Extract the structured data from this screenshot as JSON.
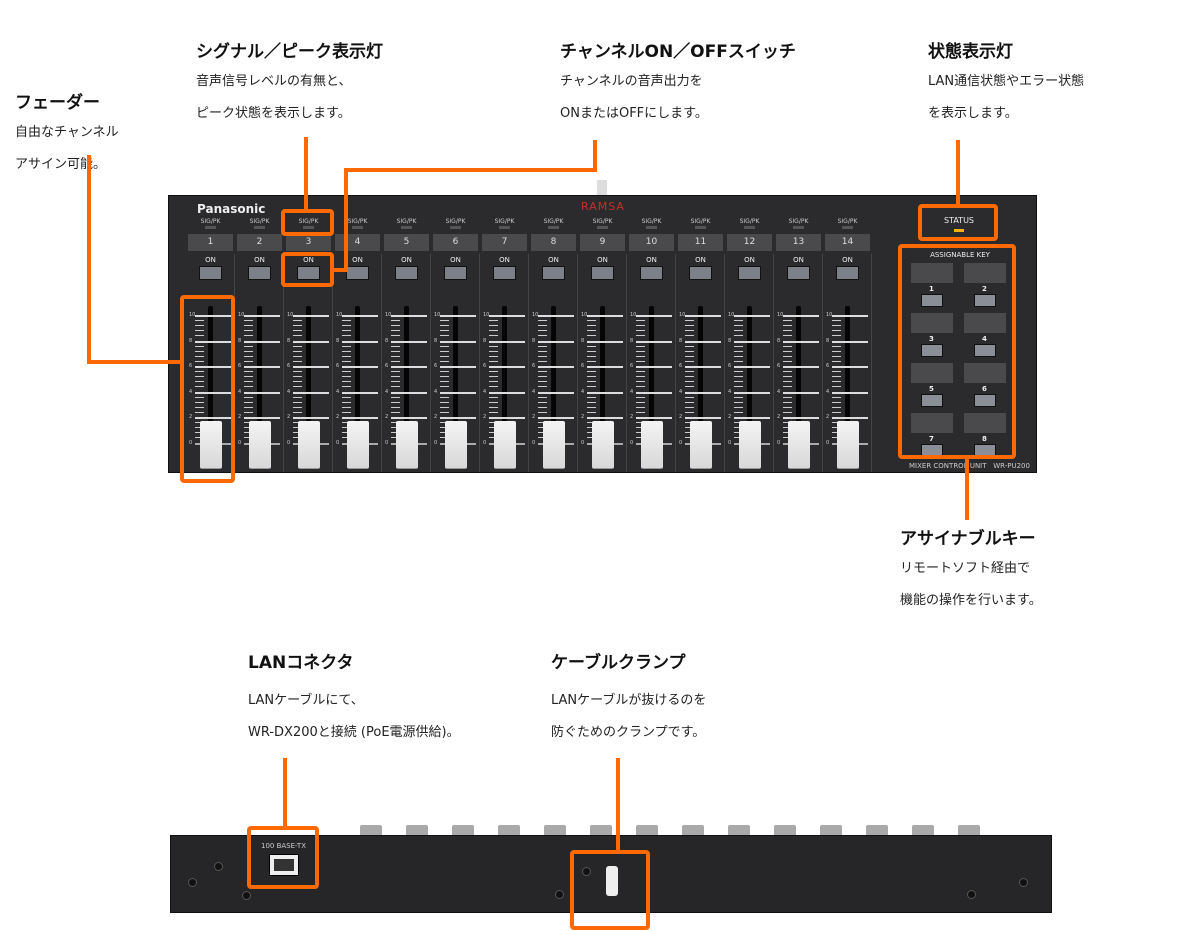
{
  "callouts": {
    "fader": {
      "title": "フェーダー",
      "lines": [
        "自由なチャンネル",
        "アサイン可能。"
      ]
    },
    "signal": {
      "title": "シグナル／ピーク表示灯",
      "lines": [
        "音声信号レベルの有無と、",
        "ピーク状態を表示します。"
      ]
    },
    "onoff": {
      "title": "チャンネルON／OFFスイッチ",
      "lines": [
        "チャンネルの音声出力を",
        "ONまたはOFFにします。"
      ]
    },
    "status": {
      "title": "状態表示灯",
      "lines": [
        "LAN通信状態やエラー状態",
        "を表示します。"
      ]
    },
    "assignable": {
      "title": "アサイナブルキー",
      "lines": [
        "リモートソフト経由で",
        "機能の操作を行います。"
      ]
    },
    "lan": {
      "title": "LANコネクタ",
      "lines": [
        "LANケーブルにて、",
        "WR-DX200と接続 (PoE電源供給)。"
      ]
    },
    "clamp": {
      "title": "ケーブルクランプ",
      "lines": [
        "LANケーブルが抜けるのを",
        "防ぐためのクランプです。"
      ]
    }
  },
  "device": {
    "brand": "Panasonic",
    "logo": "RAMSA",
    "sig_label": "SIG/PK",
    "on_label": "ON",
    "channels": [
      "1",
      "2",
      "3",
      "4",
      "5",
      "6",
      "7",
      "8",
      "9",
      "10",
      "11",
      "12",
      "13",
      "14"
    ],
    "scale": [
      "10",
      "8",
      "6",
      "4",
      "2",
      "0"
    ],
    "status_label": "STATUS",
    "assignable_label": "ASSIGNABLE KEY",
    "keys": [
      "1",
      "2",
      "3",
      "4",
      "5",
      "6",
      "7",
      "8"
    ],
    "model": "MIXER CONTROL UNIT   WR-PU200",
    "port_label": "100 BASE-TX"
  },
  "colors": {
    "accent": "#ff6a00",
    "status_led": "#f5b400"
  }
}
